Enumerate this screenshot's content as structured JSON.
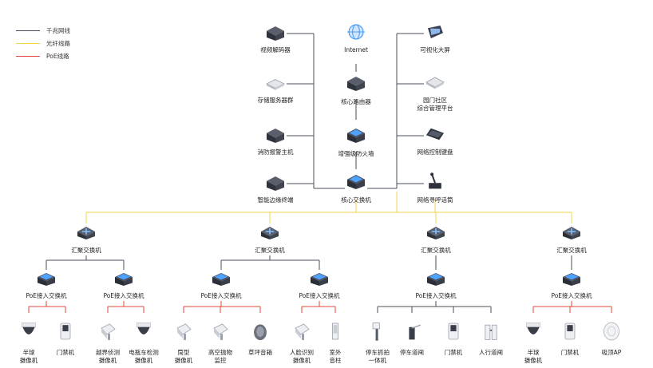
{
  "legend": [
    {
      "label": "千兆网线",
      "color": "#4a4f5c"
    },
    {
      "label": "光纤线路",
      "color": "#f0d44a"
    },
    {
      "label": "PoE线路",
      "color": "#e0453b"
    }
  ],
  "core": {
    "left": [
      "视频解码器",
      "存储服务器群",
      "消防报警主机",
      "智能边缘终端"
    ],
    "center": [
      "Internet",
      "核心路由器",
      "增强级防火墙",
      "核心交换机"
    ],
    "right": [
      "可视化大屏",
      "园门社区\n综合管理平台",
      "网络控制键盘",
      "网络寻呼话筒"
    ]
  },
  "aggregation_label": "汇聚交换机",
  "access_label": "PoE接入交换机",
  "groups": [
    {
      "access": [
        {
          "devices": [
            "半球\n摄像机",
            "门禁机"
          ]
        },
        {
          "devices": [
            "越界侦测\n摄像机",
            "电瓶车检测\n摄像机"
          ]
        }
      ]
    },
    {
      "access": [
        {
          "devices": [
            "筒型\n摄像机",
            "高空抛物\n监控",
            "草坪音箱"
          ]
        },
        {
          "devices": [
            "人脸识别\n摄像机",
            "室外\n音柱"
          ]
        }
      ]
    },
    {
      "access": [
        {
          "devices": [
            "停车抓拍\n一体机",
            "停车道闸",
            "门禁机",
            "人行道闸"
          ]
        }
      ]
    },
    {
      "access": [
        {
          "devices": [
            "半球\n摄像机",
            "门禁机",
            "吸顶AP"
          ]
        }
      ]
    }
  ]
}
